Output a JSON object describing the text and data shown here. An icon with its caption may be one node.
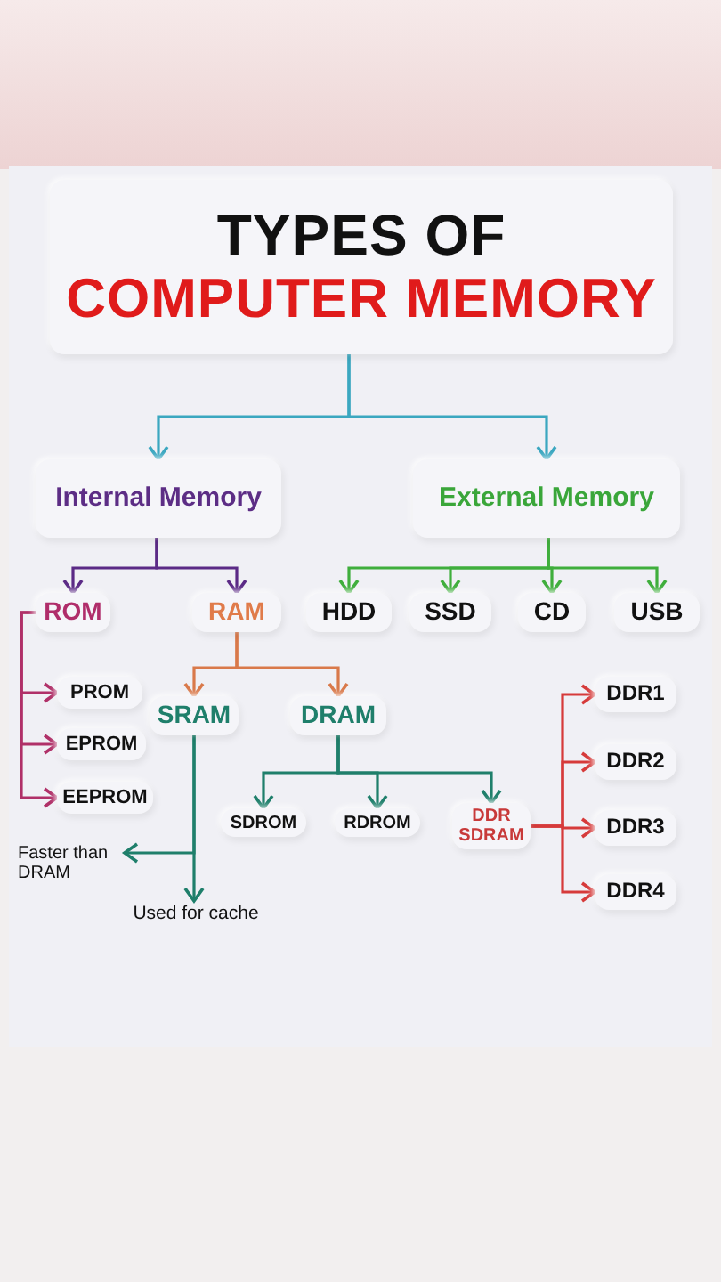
{
  "diagram": {
    "nodes": [
      {
        "text": [
          "TYPES OF",
          "COMPUTER MEMORY"
        ]
      },
      {
        "text": [
          "Internal Memory"
        ]
      },
      {
        "text": [
          "External Memory"
        ]
      },
      {
        "text": [
          "ROM"
        ]
      },
      {
        "text": [
          "RAM"
        ]
      },
      {
        "text": [
          "HDD"
        ]
      },
      {
        "text": [
          "SSD"
        ]
      },
      {
        "text": [
          "CD"
        ]
      },
      {
        "text": [
          "USB"
        ]
      },
      {
        "text": [
          "PROM"
        ]
      },
      {
        "text": [
          "EPROM"
        ]
      },
      {
        "text": [
          "EEPROM"
        ]
      },
      {
        "text": [
          "SRAM"
        ]
      },
      {
        "text": [
          "DRAM"
        ]
      },
      {
        "text": [
          "SDROM"
        ]
      },
      {
        "text": [
          "RDROM"
        ]
      },
      {
        "text": [
          "DDR SDRAM"
        ]
      },
      {
        "text": [
          "DDR1"
        ]
      },
      {
        "text": [
          "DDR2"
        ]
      },
      {
        "text": [
          "DDR3"
        ]
      },
      {
        "text": [
          "DDR4"
        ]
      },
      {
        "text": [
          "Faster than DRAM"
        ]
      },
      {
        "text": [
          "Used for cache"
        ]
      }
    ],
    "edges": [
      {
        "from": 0,
        "to": 1,
        "arrow": "to",
        "color": "#3ba7c0"
      },
      {
        "from": 0,
        "to": 2,
        "arrow": "to",
        "color": "#3ba7c0"
      },
      {
        "from": 1,
        "to": 3,
        "arrow": "to",
        "color": "#5b2a86"
      },
      {
        "from": 1,
        "to": 4,
        "arrow": "to",
        "color": "#5b2a86"
      },
      {
        "from": 2,
        "to": 5,
        "arrow": "to",
        "color": "#3fae3c"
      },
      {
        "from": 2,
        "to": 6,
        "arrow": "to",
        "color": "#3fae3c"
      },
      {
        "from": 2,
        "to": 7,
        "arrow": "to",
        "color": "#3fae3c"
      },
      {
        "from": 2,
        "to": 8,
        "arrow": "to",
        "color": "#3fae3c"
      },
      {
        "from": 3,
        "to": 9,
        "arrow": "to",
        "color": "#b03068"
      },
      {
        "from": 3,
        "to": 10,
        "arrow": "to",
        "color": "#b03068"
      },
      {
        "from": 3,
        "to": 11,
        "arrow": "to",
        "color": "#b03068"
      },
      {
        "from": 4,
        "to": 12,
        "arrow": "to",
        "color": "#d9794a"
      },
      {
        "from": 4,
        "to": 13,
        "arrow": "to",
        "color": "#d9794a"
      },
      {
        "from": 13,
        "to": 14,
        "arrow": "to"
      },
      {
        "from": 13,
        "to": 15,
        "arrow": "to"
      },
      {
        "from": 13,
        "to": 16,
        "arrow": "to"
      },
      {
        "from": 12,
        "to": 21,
        "arrow": "to"
      },
      {
        "from": 12,
        "to": 22,
        "arrow": "to"
      },
      {
        "from": 16,
        "to": 17,
        "arrow": "to",
        "color": "#d63a3a"
      },
      {
        "from": 16,
        "to": 18,
        "arrow": "to",
        "color": "#d63a3a"
      },
      {
        "from": 16,
        "to": 19,
        "arrow": "to",
        "color": "#d63a3a"
      },
      {
        "from": 16,
        "to": 20,
        "arrow": "to",
        "color": "#d63a3a"
      }
    ]
  }
}
